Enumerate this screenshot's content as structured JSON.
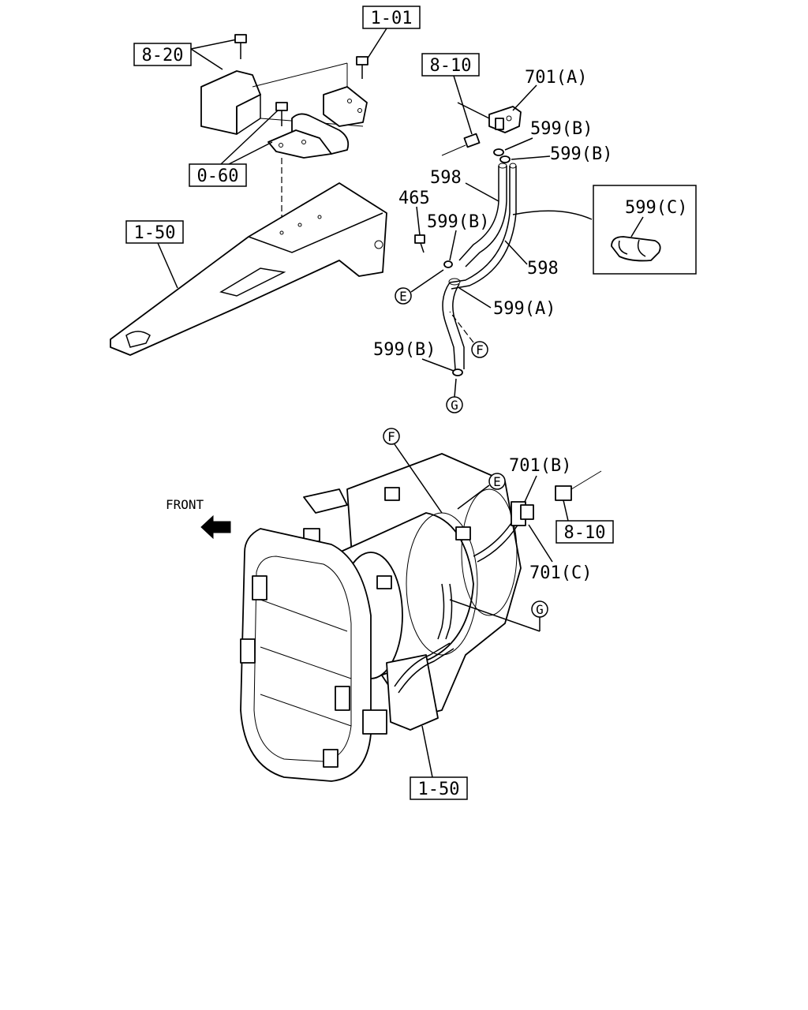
{
  "refs": {
    "r101": "1-01",
    "r820": "8-20",
    "r060": "0-60",
    "r150_top": "1-50",
    "r810_top": "8-10",
    "r810_bottom": "8-10",
    "r150_bottom": "1-50"
  },
  "parts": {
    "p701a": "701(A)",
    "p599b_1": "599(B)",
    "p599b_2": "599(B)",
    "p598_1": "598",
    "p598_2": "598",
    "p465": "465",
    "p599b_3": "599(B)",
    "p599a": "599(A)",
    "p599b_4": "599(B)",
    "p599c": "599(C)",
    "p701b": "701(B)",
    "p701c": "701(C)"
  },
  "markers": {
    "e_top": "E",
    "f_top": "F",
    "g_top": "G",
    "f_bottom": "F",
    "e_bottom": "E",
    "g_bottom": "G"
  },
  "front_label": "FRONT"
}
